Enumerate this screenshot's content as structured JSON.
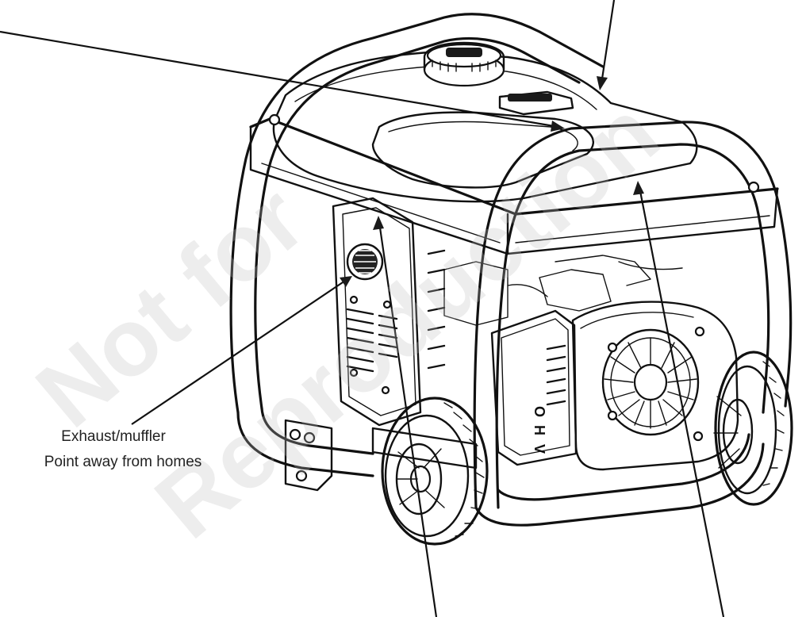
{
  "callouts": {
    "exhaust_title": "Exhaust/muffler",
    "exhaust_note": "Point away from homes"
  },
  "engine_label": [
    "O",
    "H",
    "V"
  ],
  "watermark": {
    "line1": "Not for",
    "line2": "Reproduction"
  },
  "colors": {
    "ink": "#111111",
    "background": "#ffffff",
    "caption_text": "#222222",
    "watermark": "#bebebe"
  }
}
